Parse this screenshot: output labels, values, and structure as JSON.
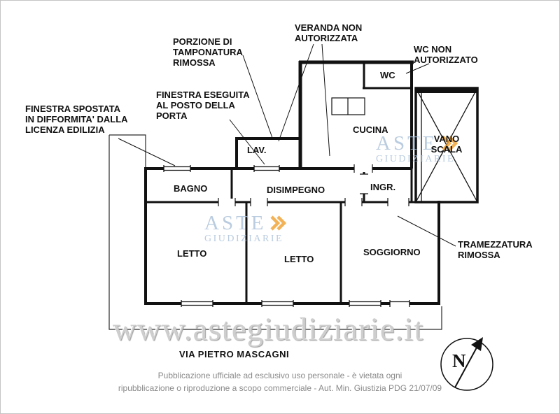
{
  "rooms": {
    "wc": "WC",
    "cucina": "CUCINA",
    "lav": "LAV.",
    "vano_scala": "VANO\nSCALA",
    "bagno": "BAGNO",
    "disimpegno": "DISIMPEGNO",
    "ingresso": "INGR.",
    "letto_1": "LETTO",
    "letto_2": "LETTO",
    "soggiorno": "SOGGIORNO"
  },
  "annotations": {
    "porzione_tamponatura": "PORZIONE DI\nTAMPONATURA\nRIMOSSA",
    "veranda": "VERANDA NON\nAUTORIZZATA",
    "wc_non_autorizzato": "WC NON\nAUTORIZZATO",
    "finestra_porta": "FINESTRA ESEGUITA\nAL POSTO DELLA\nPORTA",
    "finestra_spostata": "FINESTRA SPOSTATA\nIN DIFFORMITA' DALLA\nLICENZA EDILIZIA",
    "tramezzatura": "TRAMEZZATURA\nRIMOSSA"
  },
  "street": "VIA PIETRO MASCAGNI",
  "compass": {
    "north_label": "N"
  },
  "watermark": {
    "logo_line1": "ASTE",
    "logo_line2": "GIUDIZIARIE",
    "url": "www.astegiudiziarie.it"
  },
  "footer": {
    "line1": "Pubblicazione ufficiale ad esclusivo uso personale - è vietata ogni",
    "line2": "ripubblicazione o riproduzione a scopo commerciale - Aut. Min. Giustizia PDG 21/07/09"
  },
  "colors": {
    "wall": "#111111",
    "logo_blue": "#a9c0d8",
    "logo_orange": "#f09f2e",
    "watermark_gray": "#cecece",
    "footer_gray": "#8a8a8a"
  }
}
